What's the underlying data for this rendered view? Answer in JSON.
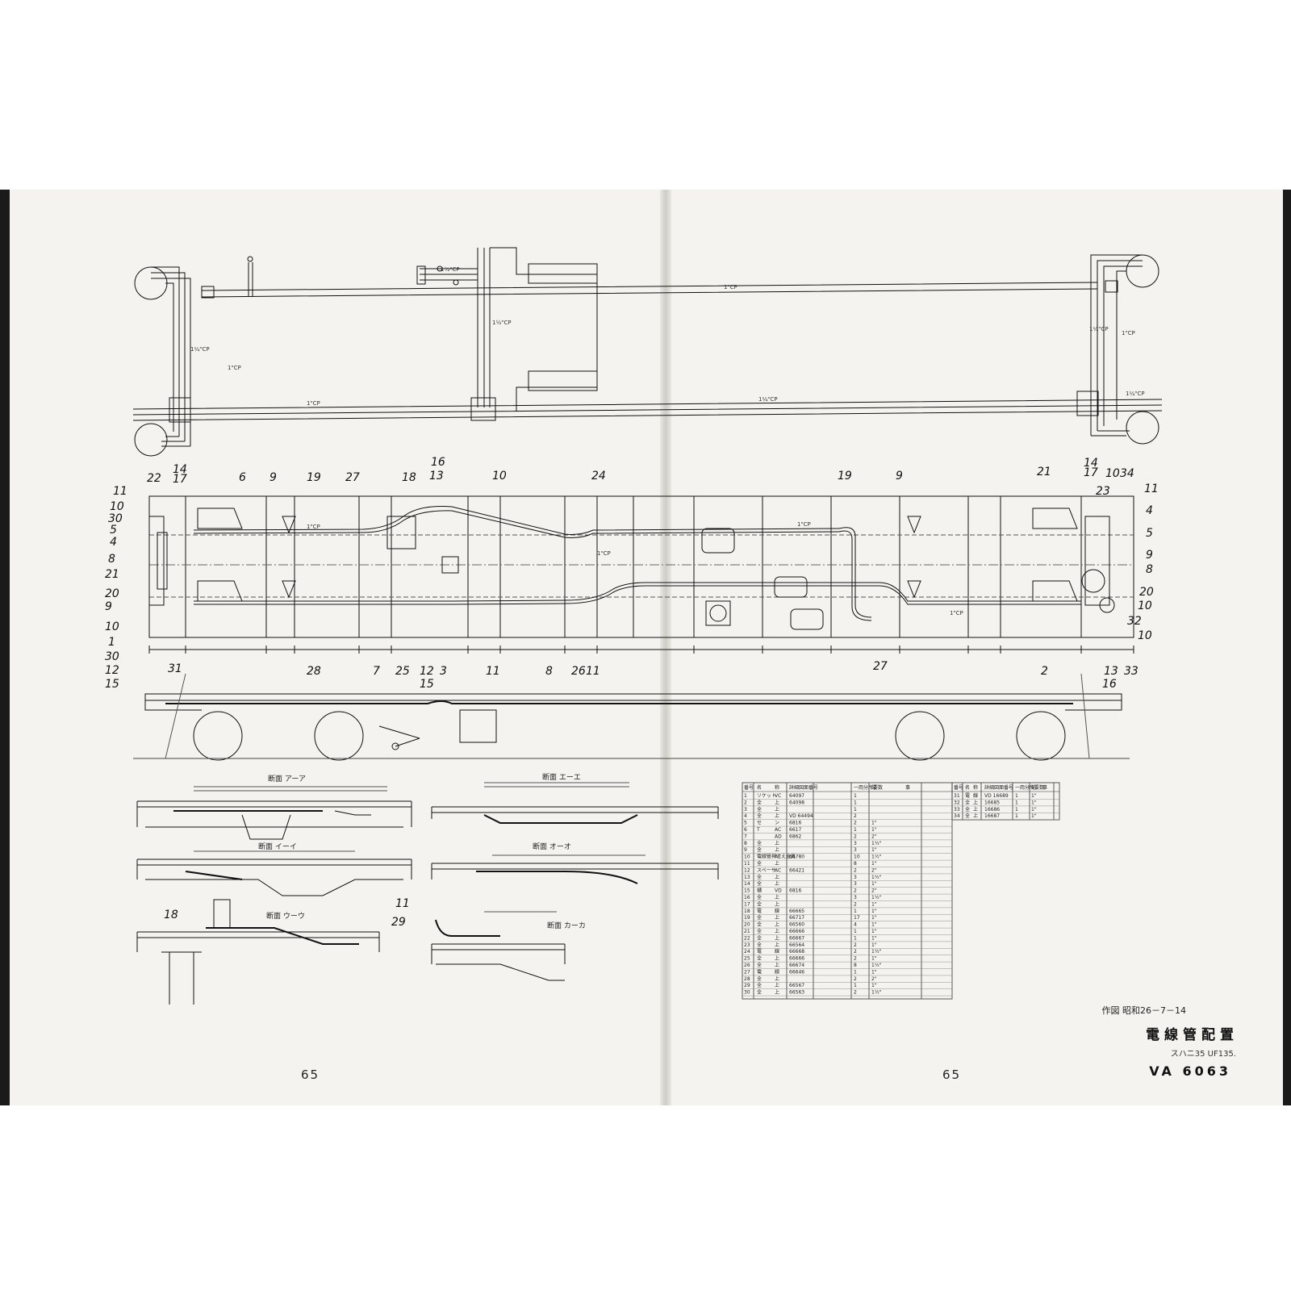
{
  "page_numbers": {
    "left": "65",
    "right": "65"
  },
  "title_block": {
    "date_line": "作図 昭和26－7－14",
    "title": "電線管配置",
    "model": "スハニ35 UF135.",
    "drawing_number": "VA 6063"
  },
  "sections": {
    "aa": "断面 アーア",
    "ii": "断面 イーイ",
    "uu": "断面 ウーウ",
    "ee": "断面 エーエ",
    "oo": "断面 オーオ",
    "kk": "断面 カーカ"
  },
  "pipe_labels": [
    "1\"CP",
    "1¼\"CP",
    "1½\"CP"
  ],
  "plan_callouts": {
    "top_left": [
      "22",
      "14",
      "17",
      "6",
      "9",
      "19",
      "27",
      "18",
      "16",
      "13",
      "10",
      "24"
    ],
    "top_right": [
      "19",
      "9",
      "21",
      "14",
      "17",
      "10",
      "34"
    ],
    "left_side": [
      "11",
      "10",
      "30",
      "5",
      "4",
      "8",
      "21",
      "20",
      "9",
      "10",
      "1",
      "30",
      "12",
      "15"
    ],
    "right_side": [
      "11",
      "23",
      "4",
      "5",
      "9",
      "8",
      "20",
      "10",
      "32",
      "10"
    ],
    "bottom": [
      "31",
      "28",
      "7",
      "25",
      "12",
      "15",
      "3",
      "11",
      "8",
      "26",
      "11",
      "27",
      "2",
      "13",
      "16",
      "33"
    ],
    "section_callouts": [
      "18",
      "11",
      "29"
    ]
  },
  "parts_table": {
    "headers": [
      "番号",
      "名",
      "称",
      "詳細図面番号",
      "一両分所要数",
      "記",
      "事"
    ],
    "rows": [
      [
        "1",
        "ソケット",
        "VC",
        "64097",
        "1"
      ],
      [
        "2",
        "全",
        "上",
        "64098",
        "1"
      ],
      [
        "3",
        "全",
        "上",
        "",
        "1"
      ],
      [
        "4",
        "全",
        "上",
        "VD 64494",
        "2"
      ],
      [
        "5",
        "セ",
        "ン",
        "6816",
        "2",
        "1\""
      ],
      [
        "6",
        "T",
        "AC",
        "6617",
        "1",
        "1\""
      ],
      [
        "7",
        "",
        "AD",
        "6862",
        "2",
        "2\""
      ],
      [
        "8",
        "全",
        "上",
        "",
        "3",
        "1½\""
      ],
      [
        "9",
        "全",
        "上",
        "",
        "3",
        "1\""
      ],
      [
        "10",
        "電線管押さえ金具",
        "AC",
        "66780",
        "10",
        "1½\""
      ],
      [
        "11",
        "全",
        "上",
        "",
        "8",
        "1\""
      ],
      [
        "12",
        "スペーサ",
        "AC",
        "66421",
        "2",
        "2\""
      ],
      [
        "13",
        "全",
        "上",
        "",
        "3",
        "1½\""
      ],
      [
        "14",
        "全",
        "上",
        "",
        "3",
        "1\""
      ],
      [
        "15",
        "樋",
        "VD",
        "6816",
        "2",
        "2\""
      ],
      [
        "16",
        "全",
        "上",
        "",
        "3",
        "1½\""
      ],
      [
        "17",
        "全",
        "上",
        "",
        "2",
        "1\""
      ],
      [
        "18",
        "電",
        "線",
        "66665",
        "1",
        "1\""
      ],
      [
        "19",
        "全",
        "上",
        "66717",
        "17",
        "1\""
      ],
      [
        "20",
        "全",
        "上",
        "66560",
        "4",
        "1\""
      ],
      [
        "21",
        "全",
        "上",
        "66666",
        "1",
        "1\""
      ],
      [
        "22",
        "全",
        "上",
        "66667",
        "1",
        "1\""
      ],
      [
        "23",
        "全",
        "上",
        "66564",
        "2",
        "1\""
      ],
      [
        "24",
        "電",
        "線",
        "66668",
        "2",
        "1½\""
      ],
      [
        "25",
        "全",
        "上",
        "66666",
        "2",
        "1\""
      ],
      [
        "26",
        "全",
        "上",
        "66674",
        "8",
        "1½\""
      ],
      [
        "27",
        "電",
        "線",
        "66646",
        "1",
        "1\""
      ],
      [
        "28",
        "全",
        "上",
        "",
        "2",
        "2\""
      ],
      [
        "29",
        "全",
        "上",
        "66567",
        "1",
        "1\""
      ],
      [
        "30",
        "全",
        "上",
        "66563",
        "2",
        "1½\""
      ]
    ]
  },
  "parts_table_extra": {
    "headers": [
      "番号",
      "名",
      "称",
      "詳細図面番号",
      "一両分所要数",
      "記",
      "事"
    ],
    "rows": [
      [
        "31",
        "電",
        "線",
        "VD 16689",
        "1",
        "1\""
      ],
      [
        "32",
        "全",
        "上",
        "16685",
        "1",
        "1\""
      ],
      [
        "33",
        "全",
        "上",
        "16686",
        "1",
        "1\""
      ],
      [
        "34",
        "全",
        "上",
        "16687",
        "1",
        "1\""
      ]
    ]
  },
  "colors": {
    "paper": "#f4f3ef",
    "ink": "#111111",
    "gutter": "#cfcdc6"
  }
}
